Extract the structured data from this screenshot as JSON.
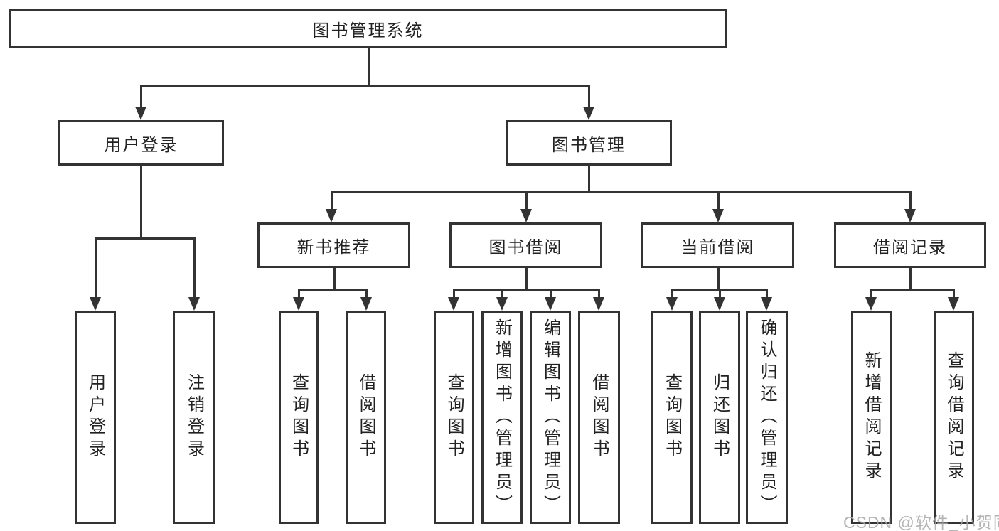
{
  "tree": {
    "root": {
      "label": "图书管理系统",
      "children": [
        {
          "label": "用户登录",
          "children": [
            {
              "label": "用户登录"
            },
            {
              "label": "注销登录"
            }
          ]
        },
        {
          "label": "图书管理",
          "children": [
            {
              "label": "新书推荐",
              "children": [
                {
                  "label": "查询图书"
                },
                {
                  "label": "借阅图书"
                }
              ]
            },
            {
              "label": "图书借阅",
              "children": [
                {
                  "label": "查询图书"
                },
                {
                  "label": "新增图书（管理员）"
                },
                {
                  "label": "编辑图书（管理员）"
                },
                {
                  "label": "借阅图书"
                }
              ]
            },
            {
              "label": "当前借阅",
              "children": [
                {
                  "label": "查询图书"
                },
                {
                  "label": "归还图书"
                },
                {
                  "label": "确认归还（管理员）"
                }
              ]
            },
            {
              "label": "借阅记录",
              "children": [
                {
                  "label": "新增借阅记录"
                },
                {
                  "label": "查询借阅记录"
                }
              ]
            }
          ]
        }
      ]
    }
  },
  "watermark": "CSDN @软件_小贺同学",
  "colors": {
    "line": "#333333",
    "text": "#222222",
    "background": "#ffffff",
    "watermark": "#a8a8a8"
  }
}
